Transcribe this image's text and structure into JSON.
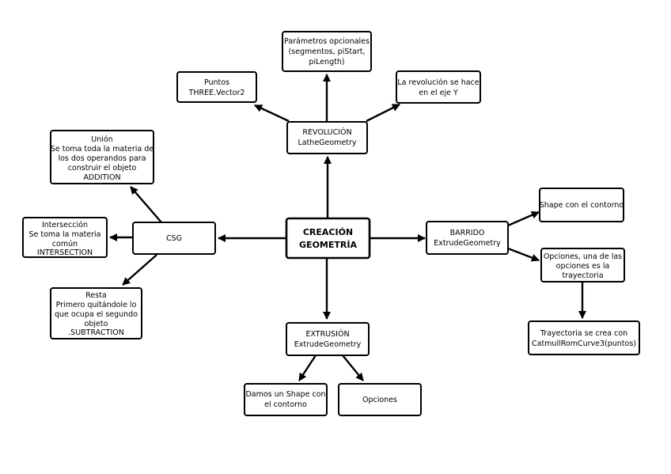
{
  "center": {
    "lines": [
      "CREACIÓN",
      "GEOMETRÍA"
    ]
  },
  "revolucion": {
    "lines": [
      "REVOLUCIÓN",
      "LatheGeometry"
    ]
  },
  "rev_puntos": {
    "lines": [
      "Puntos",
      "THREE.Vector2"
    ]
  },
  "rev_parametros": {
    "lines": [
      "Parámetros opcionales",
      "(segmentos, piStart,",
      "piLength)"
    ]
  },
  "rev_eje": {
    "lines": [
      "La revolución se hace",
      "en el eje Y"
    ]
  },
  "csg": {
    "lines": [
      "CSG"
    ]
  },
  "csg_union": {
    "lines": [
      "Unión",
      "Se toma toda la materia de",
      "los dos operandos para",
      "construir el objeto",
      "ADDITION"
    ]
  },
  "csg_interseccion": {
    "lines": [
      "Intersección",
      "Se toma la materia",
      "común",
      "INTERSECTION"
    ]
  },
  "csg_resta": {
    "lines": [
      "Resta",
      "Primero quitándole lo",
      "que ocupa el segundo",
      "objeto",
      ".SUBTRACTION"
    ]
  },
  "extrusion": {
    "lines": [
      "EXTRUSIÓN",
      "ExtrudeGeometry"
    ]
  },
  "ext_shape": {
    "lines": [
      "Damos un Shape con",
      "el contorno"
    ]
  },
  "ext_opciones": {
    "lines": [
      "Opciones"
    ]
  },
  "barrido": {
    "lines": [
      "BARRIDO",
      "ExtrudeGeometry"
    ]
  },
  "bar_shape": {
    "lines": [
      "Shape con el contorno"
    ]
  },
  "bar_opciones": {
    "lines": [
      "Opciones, una de las",
      "opciones es la",
      "trayectoria"
    ]
  },
  "bar_trayectoria": {
    "lines": [
      "Trayectoria se crea con",
      "CatmullRomCurve3(puntos)"
    ]
  }
}
